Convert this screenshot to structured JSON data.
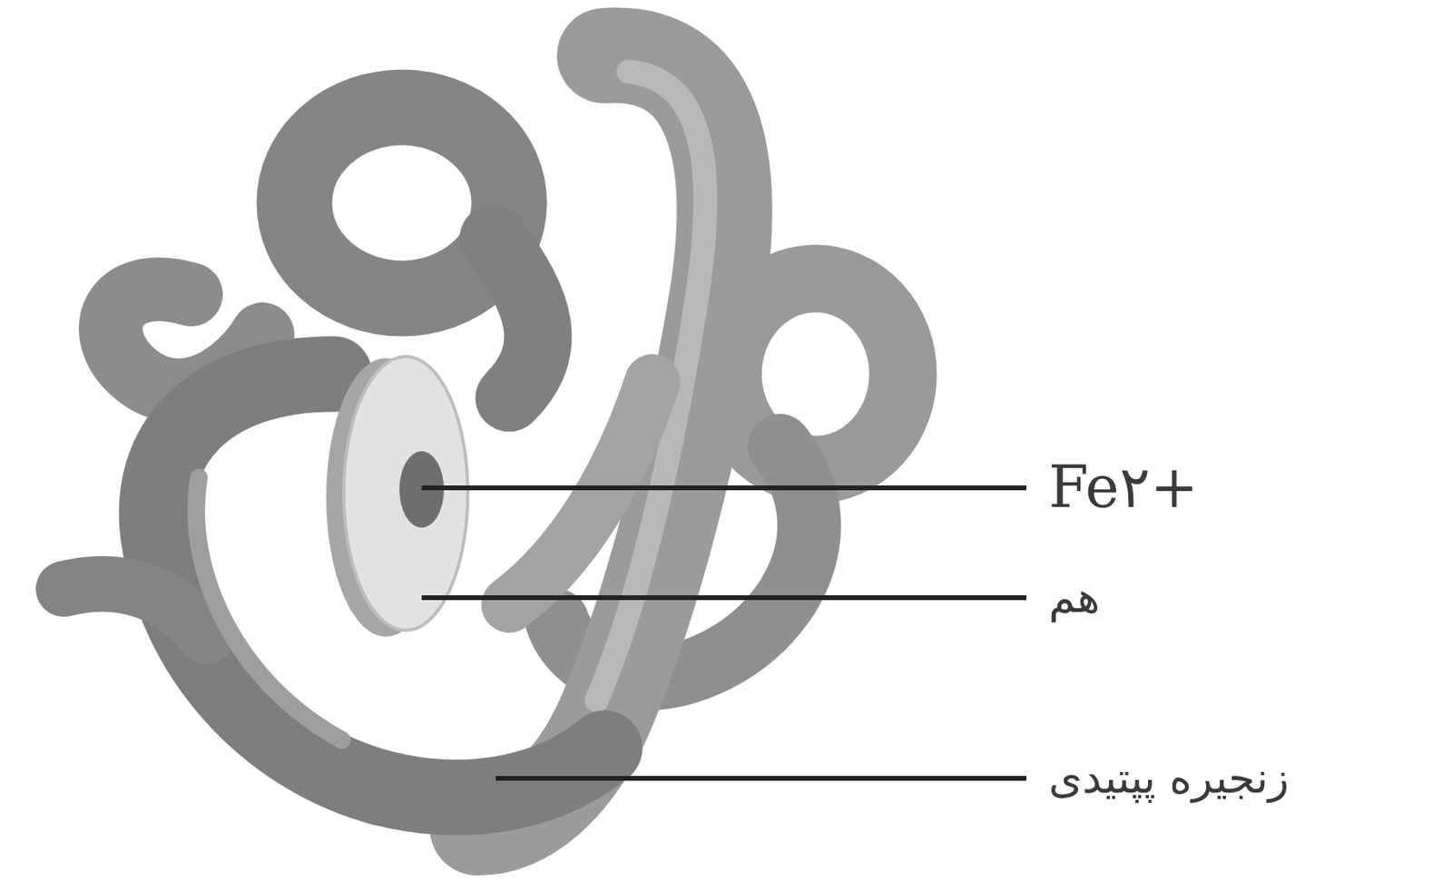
{
  "diagram": {
    "labels": [
      "Fe۲+",
      "هم",
      "زنجیره پپتیدی"
    ]
  }
}
